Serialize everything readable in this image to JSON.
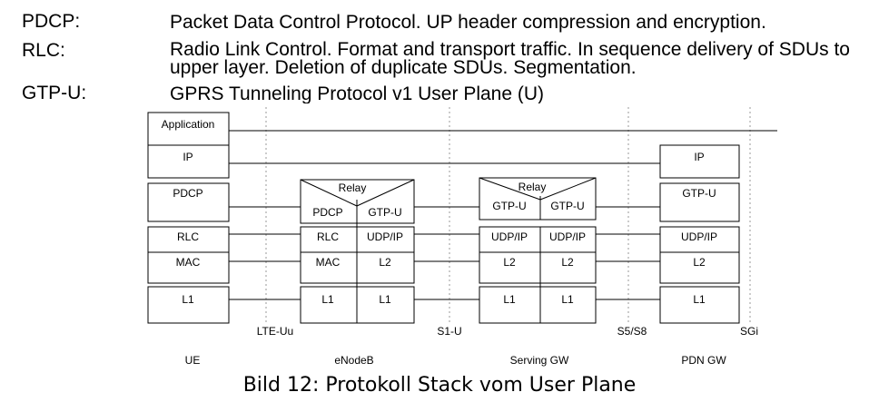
{
  "definitions": [
    {
      "term": "PDCP:",
      "text": "Packet Data Control Protocol. UP header compression and encryption."
    },
    {
      "term": "RLC:",
      "text": "Radio Link Control. Format and transport traffic. In sequence delivery of SDUs to upper layer. Deletion of duplicate SDUs. Segmentation."
    },
    {
      "term": "GTP-U:",
      "text": "GPRS Tunneling Protocol v1 User Plane (U)"
    }
  ],
  "diagram": {
    "ue": {
      "label": "UE",
      "layers": [
        "Application",
        "IP",
        "PDCP",
        "RLC",
        "MAC",
        "L1"
      ]
    },
    "enodeb": {
      "label": "eNodeB",
      "relay": "Relay",
      "left": [
        "PDCP",
        "RLC",
        "MAC",
        "L1"
      ],
      "right": [
        "GTP-U",
        "UDP/IP",
        "L2",
        "L1"
      ]
    },
    "sgw": {
      "label": "Serving GW",
      "relay": "Relay",
      "left": [
        "GTP-U",
        "UDP/IP",
        "L2",
        "L1"
      ],
      "right": [
        "GTP-U",
        "UDP/IP",
        "L2",
        "L1"
      ]
    },
    "pgw": {
      "label": "PDN GW",
      "layers": [
        "IP",
        "GTP-U",
        "UDP/IP",
        "L2",
        "L1"
      ]
    },
    "interfaces": [
      "LTE-Uu",
      "S1-U",
      "S5/S8",
      "SGi"
    ]
  },
  "caption": "Bild 12: Protokoll Stack vom User Plane"
}
